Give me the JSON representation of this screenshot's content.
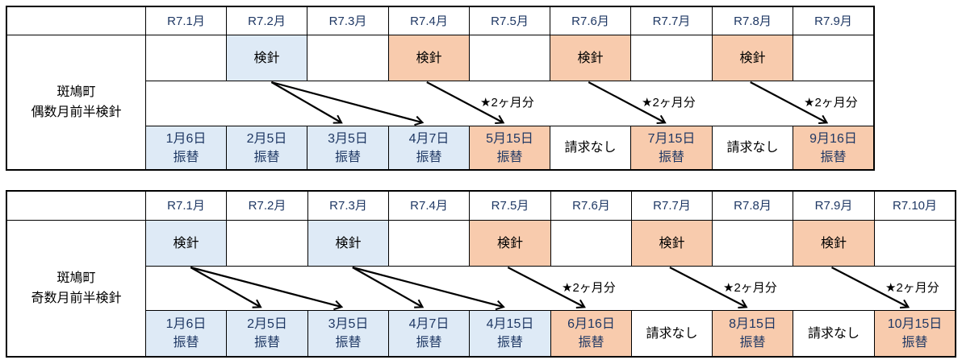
{
  "colors": {
    "blue_fill": "#deeaf6",
    "orange_fill": "#f8cbad",
    "border": "#000000",
    "month_text": "#1f3864",
    "date_text": "#1f3864",
    "body_text": "#000000"
  },
  "star_label": "★2ヶ月分",
  "tables": [
    {
      "name": "even-month-first-half-schedule",
      "row_label_lines": [
        "斑鳩町",
        "偶数月前半検針"
      ],
      "months": [
        "R7.1月",
        "R7.2月",
        "R7.3月",
        "R7.4月",
        "R7.5月",
        "R7.6月",
        "R7.7月",
        "R7.8月",
        "R7.9月"
      ],
      "kenshin_row": [
        {
          "text": "",
          "fill": "white"
        },
        {
          "text": "検針",
          "fill": "blue"
        },
        {
          "text": "",
          "fill": "white"
        },
        {
          "text": "検針",
          "fill": "orange"
        },
        {
          "text": "",
          "fill": "white"
        },
        {
          "text": "検針",
          "fill": "orange"
        },
        {
          "text": "",
          "fill": "white"
        },
        {
          "text": "検針",
          "fill": "orange"
        },
        {
          "text": "",
          "fill": "white"
        }
      ],
      "transfer_row": [
        {
          "lines": [
            "1月6日",
            "振替"
          ],
          "fill": "blue"
        },
        {
          "lines": [
            "2月5日",
            "振替"
          ],
          "fill": "blue"
        },
        {
          "lines": [
            "3月5日",
            "振替"
          ],
          "fill": "blue"
        },
        {
          "lines": [
            "4月7日",
            "振替"
          ],
          "fill": "blue"
        },
        {
          "lines": [
            "5月15日",
            "振替"
          ],
          "fill": "orange"
        },
        {
          "lines": [
            "請求なし"
          ],
          "fill": "white"
        },
        {
          "lines": [
            "7月15日",
            "振替"
          ],
          "fill": "orange"
        },
        {
          "lines": [
            "請求なし"
          ],
          "fill": "white"
        },
        {
          "lines": [
            "9月16日",
            "振替"
          ],
          "fill": "orange"
        }
      ],
      "arrows": [
        {
          "from": 1,
          "to": 2,
          "star": false
        },
        {
          "from": 1,
          "to": 3,
          "star": false
        },
        {
          "from": 3,
          "to": 4,
          "star": true
        },
        {
          "from": 5,
          "to": 6,
          "star": true
        },
        {
          "from": 7,
          "to": 8,
          "star": true
        }
      ]
    },
    {
      "name": "odd-month-first-half-schedule",
      "row_label_lines": [
        "斑鳩町",
        "奇数月前半検針"
      ],
      "months": [
        "R7.1月",
        "R7.2月",
        "R7.3月",
        "R7.4月",
        "R7.5月",
        "R7.6月",
        "R7.7月",
        "R7.8月",
        "R7.9月",
        "R7.10月"
      ],
      "kenshin_row": [
        {
          "text": "検針",
          "fill": "blue"
        },
        {
          "text": "",
          "fill": "white"
        },
        {
          "text": "検針",
          "fill": "blue"
        },
        {
          "text": "",
          "fill": "white"
        },
        {
          "text": "検針",
          "fill": "orange"
        },
        {
          "text": "",
          "fill": "white"
        },
        {
          "text": "検針",
          "fill": "orange"
        },
        {
          "text": "",
          "fill": "white"
        },
        {
          "text": "検針",
          "fill": "orange"
        },
        {
          "text": "",
          "fill": "white"
        }
      ],
      "transfer_row": [
        {
          "lines": [
            "1月6日",
            "振替"
          ],
          "fill": "blue"
        },
        {
          "lines": [
            "2月5日",
            "振替"
          ],
          "fill": "blue"
        },
        {
          "lines": [
            "3月5日",
            "振替"
          ],
          "fill": "blue"
        },
        {
          "lines": [
            "4月7日",
            "振替"
          ],
          "fill": "blue"
        },
        {
          "lines": [
            "4月15日",
            "振替"
          ],
          "fill": "blue"
        },
        {
          "lines": [
            "6月16日",
            "振替"
          ],
          "fill": "orange"
        },
        {
          "lines": [
            "請求なし"
          ],
          "fill": "white"
        },
        {
          "lines": [
            "8月15日",
            "振替"
          ],
          "fill": "orange"
        },
        {
          "lines": [
            "請求なし"
          ],
          "fill": "white"
        },
        {
          "lines": [
            "10月15日",
            "振替"
          ],
          "fill": "orange"
        }
      ],
      "arrows": [
        {
          "from": 0,
          "to": 1,
          "star": false
        },
        {
          "from": 0,
          "to": 2,
          "star": false
        },
        {
          "from": 2,
          "to": 3,
          "star": false
        },
        {
          "from": 2,
          "to": 4,
          "star": false
        },
        {
          "from": 4,
          "to": 5,
          "star": true
        },
        {
          "from": 6,
          "to": 7,
          "star": true
        },
        {
          "from": 8,
          "to": 9,
          "star": true
        }
      ]
    }
  ]
}
